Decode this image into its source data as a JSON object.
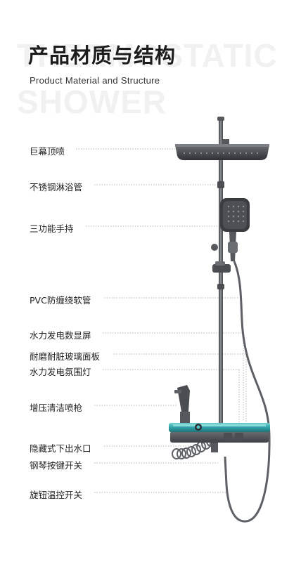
{
  "header": {
    "title": "产品材质与结构",
    "subtitle": "Product Material and Structure",
    "bg_line1": "THERMOSTATIC",
    "bg_line2": "SHOWER"
  },
  "labels": [
    {
      "text": "巨幕顶喷"
    },
    {
      "text": "不锈钢淋浴管"
    },
    {
      "text": "三功能手持"
    },
    {
      "text": "PVC防缠绕软管"
    },
    {
      "text": "水力发电数显屏"
    },
    {
      "text": "耐磨耐脏玻璃面板"
    },
    {
      "text": "水力发电氛围灯"
    },
    {
      "text": "增压清洁喷枪"
    },
    {
      "text": "隐藏式下出水口"
    },
    {
      "text": "钢琴按键开关"
    },
    {
      "text": "旋钮温控开关"
    }
  ],
  "colors": {
    "metal": "#55585d",
    "metal_dark": "#3a3c40",
    "glass": "#2fa3a8",
    "leader": "#b5b5b5"
  }
}
